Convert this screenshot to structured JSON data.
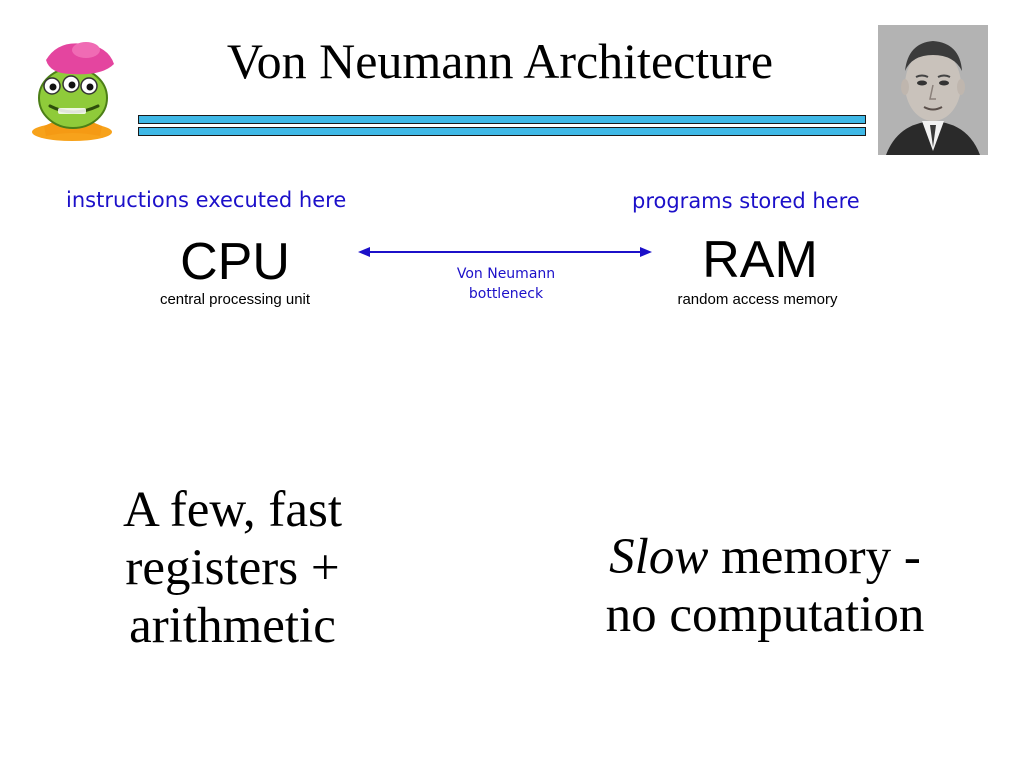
{
  "slide": {
    "title": "Von Neumann Architecture"
  },
  "notes": {
    "cpu_note": "instructions executed here",
    "ram_note": "programs stored here"
  },
  "cpu": {
    "label": "CPU",
    "sublabel": "central processing unit"
  },
  "ram": {
    "label": "RAM",
    "sublabel": "random access memory"
  },
  "connector": {
    "line1": "Von Neumann",
    "line2": "bottleneck"
  },
  "bottom": {
    "left_line1": "A few, fast",
    "left_line2": "registers +",
    "left_line3": "arithmetic",
    "right_italic": "Slow",
    "right_line1_rest": " memory -",
    "right_line2": "no computation"
  },
  "colors": {
    "accent_blue": "#1c10c9",
    "rule_cyan": "#3fb8e6"
  },
  "icons": {
    "mascot": "green-alien-mascot-icon",
    "portrait": "john-von-neumann-portrait"
  }
}
